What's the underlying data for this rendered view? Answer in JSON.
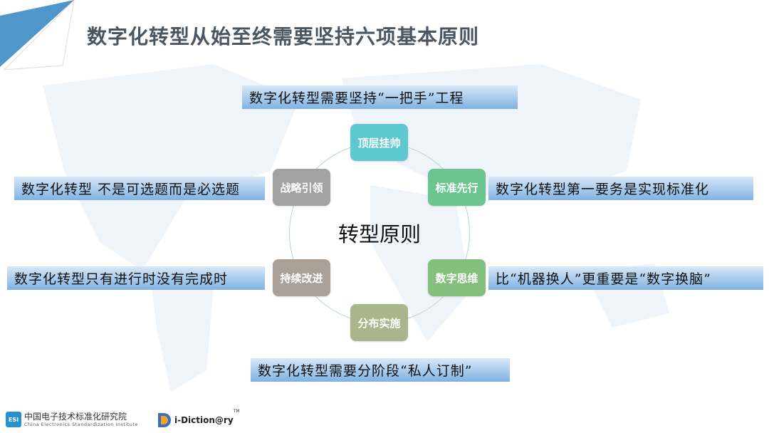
{
  "title": "数字化转型从始至终需要坚持六项基本原则",
  "center": "转型原则",
  "nodes": [
    {
      "label": "顶层挂帅",
      "color": "#5fc8ce"
    },
    {
      "label": "标准先行",
      "color": "#6cc48f"
    },
    {
      "label": "数字思维",
      "color": "#85bf7e"
    },
    {
      "label": "分布实施",
      "color": "#a9b58a"
    },
    {
      "label": "持续改进",
      "color": "#a9a197"
    },
    {
      "label": "战略引领",
      "color": "#a2a2a2"
    }
  ],
  "descriptions": {
    "top": "数字化转型需要坚持“一把手”工程",
    "right_upper": "数字化转型第一要务是实现标准化",
    "right_lower": "比“机器换人”更重要是“数字换脑”",
    "bottom": "数字化转型需要分阶段“私人订制”",
    "left_lower": "数字化转型只有进行时没有完成时",
    "left_upper": "数字化转型 不是可选题而是必选题"
  },
  "footer": {
    "esi_mark": "ESI",
    "org_cn": "中国电子技术标准化研究院",
    "org_en": "China Electronics Standardization Institute",
    "brand": "i-Diction@ry",
    "tm": "TM"
  }
}
